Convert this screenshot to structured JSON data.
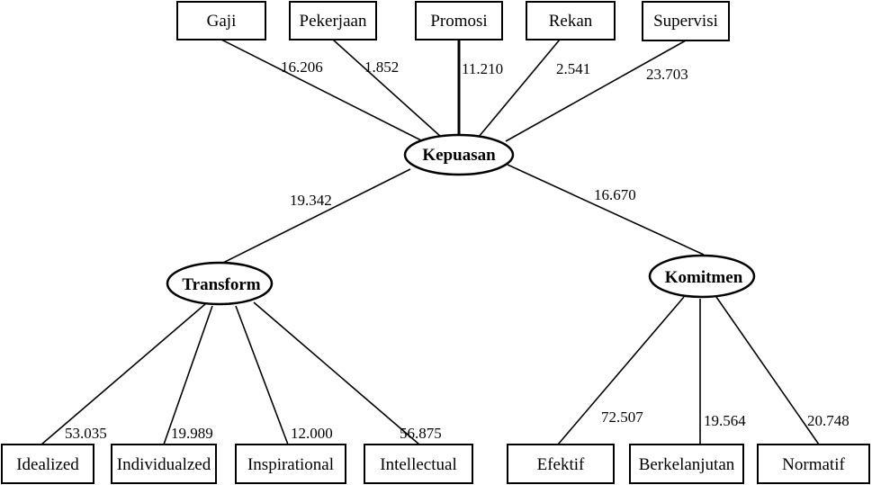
{
  "nodes": {
    "gaji": "Gaji",
    "pekerjaan": "Pekerjaan",
    "promosi": "Promosi",
    "rekan": "Rekan",
    "supervisi": "Supervisi",
    "kepuasan": "Kepuasan",
    "transform": "Transform",
    "komitmen": "Komitmen",
    "idealized": "Idealized",
    "individualzed": "Individualzed",
    "inspirational": "Inspirational",
    "intellectual": "Intellectual",
    "efektif": "Efektif",
    "berkelanjutan": "Berkelanjutan",
    "normatif": "Normatif"
  },
  "weights": {
    "gaji_kepuasan": "16.206",
    "pekerjaan_kepuasan": "1.852",
    "promosi_kepuasan": "11.210",
    "rekan_kepuasan": "2.541",
    "supervisi_kepuasan": "23.703",
    "kepuasan_transform": "19.342",
    "kepuasan_komitmen": "16.670",
    "transform_idealized": "53.035",
    "transform_individualzed": "19.989",
    "transform_inspirational": "12.000",
    "transform_intellectual": "56.875",
    "komitmen_efektif": "72.507",
    "komitmen_berkelanjutan": "19.564",
    "komitmen_normatif": "20.748"
  }
}
